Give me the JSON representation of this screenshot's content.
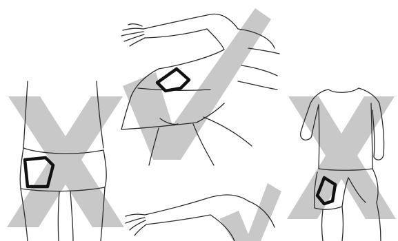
{
  "figure": {
    "panels": [
      {
        "id": "left",
        "mark": "cross",
        "mark_meaning": "incorrect"
      },
      {
        "id": "center",
        "mark": "check",
        "mark_meaning": "correct"
      },
      {
        "id": "right",
        "mark": "cross",
        "mark_meaning": "incorrect"
      },
      {
        "id": "bottom",
        "mark": "check",
        "mark_meaning": "correct"
      }
    ],
    "mark_color": "#c8c8c8",
    "line_color": "#2a2a2a",
    "patch_color": "#111111"
  }
}
